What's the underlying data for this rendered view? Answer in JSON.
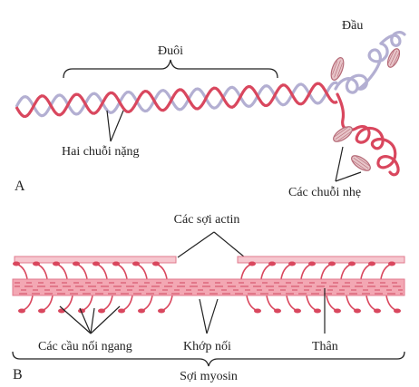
{
  "panel_a": {
    "letter": "A",
    "labels": {
      "tail": "Đuôi",
      "head": "Đầu",
      "heavy_chains": "Hai chuỗi nặng",
      "light_chains": "Các chuỗi nhẹ"
    }
  },
  "panel_b": {
    "letter": "B",
    "labels": {
      "actin": "Các sợi actin",
      "cross_bridges": "Các cầu nối ngang",
      "hinge": "Khớp nối",
      "body": "Thân",
      "myosin": "Sợi myosin"
    }
  },
  "colors": {
    "red_chain": "#d9475e",
    "lavender_chain": "#b3afd2",
    "light_chain_fill": "#e7c4c8",
    "filament_fill": "#f6c7cf",
    "filament_stroke": "#e07a8e",
    "line": "#222222"
  }
}
